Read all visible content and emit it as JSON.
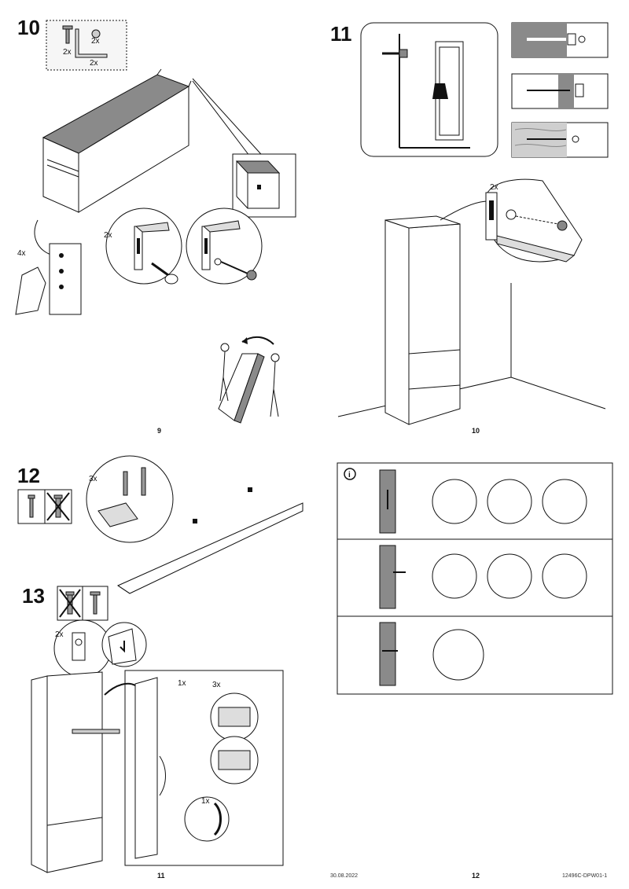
{
  "steps": {
    "s10": {
      "number": "10",
      "quantity_small": "4x",
      "quantity_bracket": "2x",
      "hw_qty_a": "2x",
      "hw_qty_b": "2x",
      "hw_qty_c": "2x"
    },
    "s11": {
      "number": "11",
      "quantity_bracket": "2x"
    },
    "s12": {
      "number": "12",
      "quantity_screws": "3x"
    },
    "s13": {
      "number": "13",
      "quantity_bracket": "2x",
      "door_qty": "1x",
      "hinge_qty": "3x",
      "handle_qty": "1x"
    }
  },
  "page_refs": {
    "top_left": "9",
    "top_right": "10",
    "bottom_left": "11",
    "bottom_right": "12"
  },
  "info_panel": {
    "info_icon": "i"
  },
  "footer": {
    "date": "30.08.2022",
    "doc_code": "12496C-DPW01-1"
  },
  "icons": [
    "info-icon",
    "screw-icon",
    "crossed-screw-icon",
    "bracket-icon",
    "hinge-icon",
    "arrow-icon"
  ],
  "colors": {
    "line": "#111111",
    "panel_gray": "#8a8a8a",
    "wall_gray": "#b5b5b5",
    "light_gray": "#e6e6e6"
  }
}
